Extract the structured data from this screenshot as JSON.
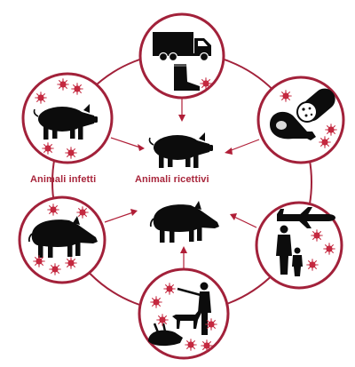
{
  "labels": {
    "infected": "Animali infetti",
    "receptive": "Animali ricettivi"
  },
  "colors": {
    "ring": "#a2213a",
    "virus": "#c4283f",
    "arrow": "#b01e37",
    "silhouette": "#0c0c0c",
    "label": "#a8253b"
  },
  "nodes": [
    {
      "id": "truck-boot",
      "icons": [
        "truck-icon",
        "boot-icon"
      ]
    },
    {
      "id": "meat-products",
      "icons": [
        "salami-icon",
        "ham-icon"
      ]
    },
    {
      "id": "travel",
      "icons": [
        "airplane-icon",
        "adult-silhouette-icon",
        "child-silhouette-icon"
      ]
    },
    {
      "id": "hunting",
      "icons": [
        "hunter-icon",
        "dog-icon",
        "dead-boar-icon"
      ]
    },
    {
      "id": "wild-boar",
      "icons": [
        "wild-boar-icon"
      ]
    },
    {
      "id": "domestic-pig",
      "icons": [
        "pig-icon"
      ]
    }
  ],
  "center": {
    "icons": [
      "pig-icon",
      "wild-boar-icon"
    ]
  }
}
